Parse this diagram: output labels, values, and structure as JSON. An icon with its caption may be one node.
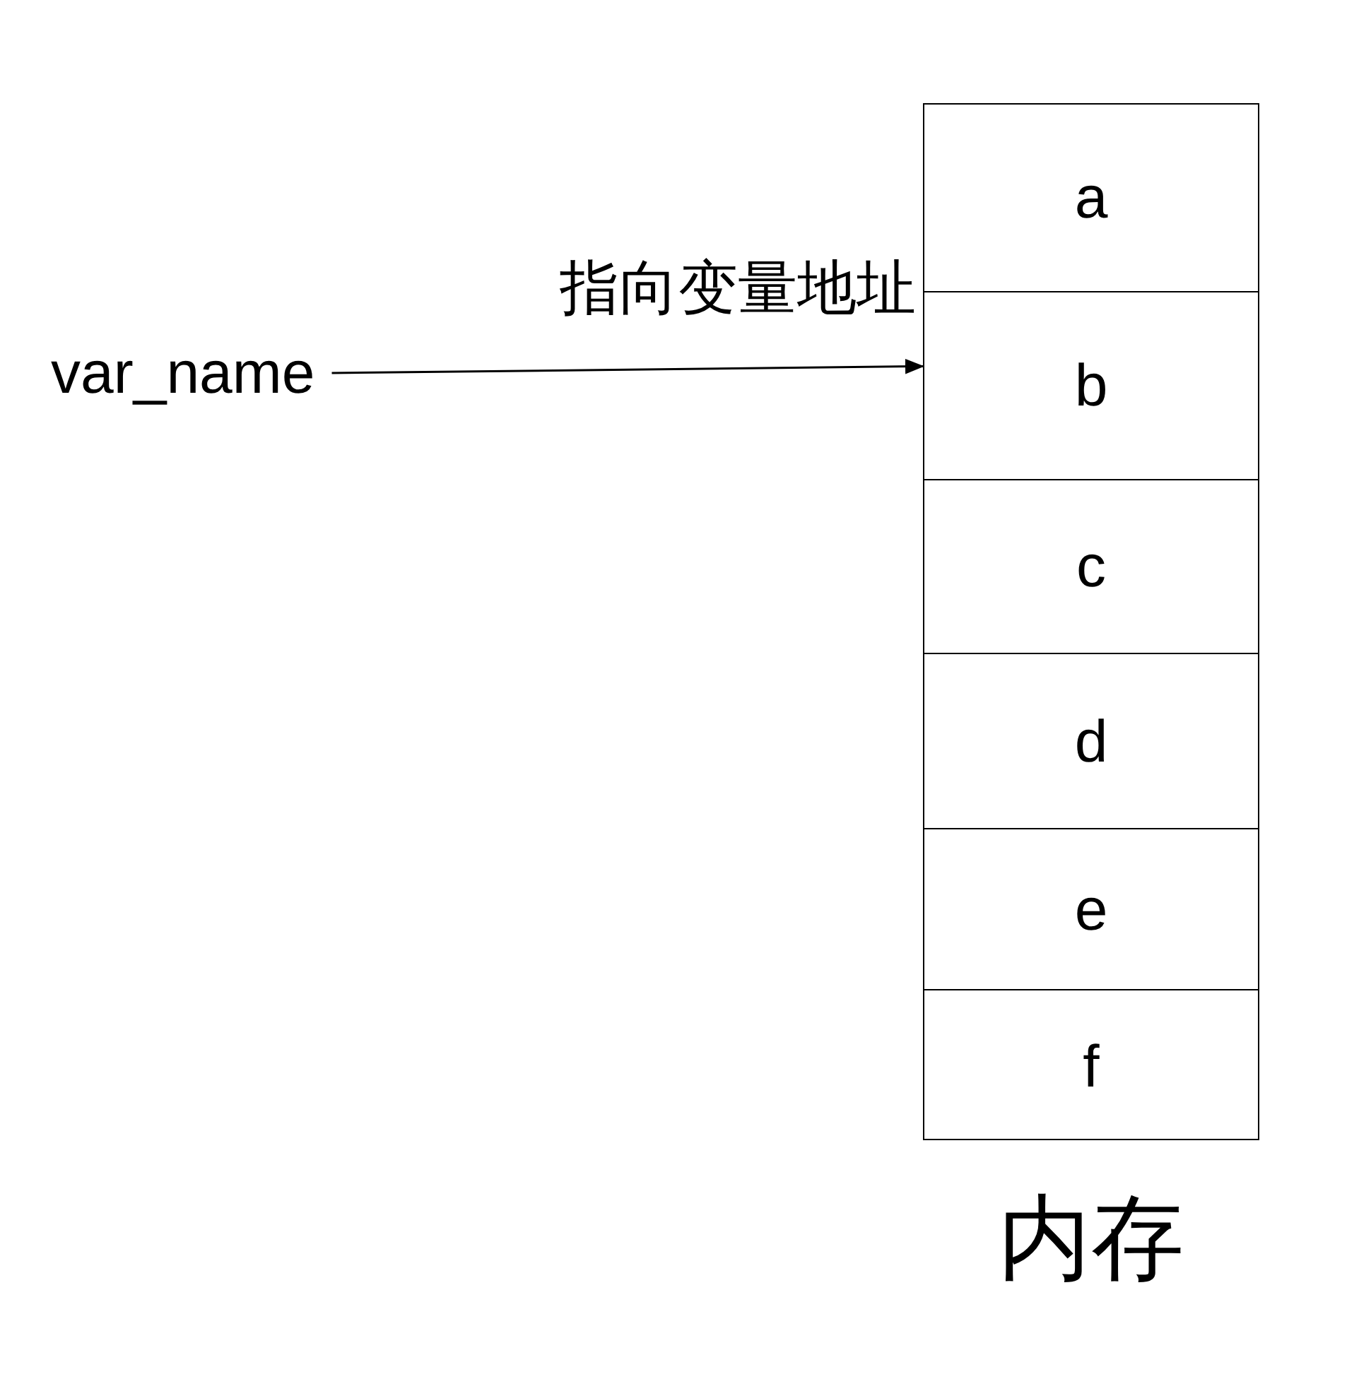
{
  "diagram": {
    "nodes": [
      {
        "text": [
          "var_name"
        ]
      },
      {
        "text": [
          "内存"
        ]
      },
      {
        "text": [
          "a"
        ],
        "in": 1
      },
      {
        "text": [
          "b"
        ],
        "in": 1
      },
      {
        "text": [
          "c"
        ],
        "in": 1
      },
      {
        "text": [
          "d"
        ],
        "in": 1
      },
      {
        "text": [
          "e"
        ],
        "in": 1
      },
      {
        "text": [
          "f"
        ],
        "in": 1
      }
    ],
    "edges": [
      {
        "from": 0,
        "to": 3,
        "arrow": "to",
        "label": "指向变量地址"
      }
    ]
  }
}
